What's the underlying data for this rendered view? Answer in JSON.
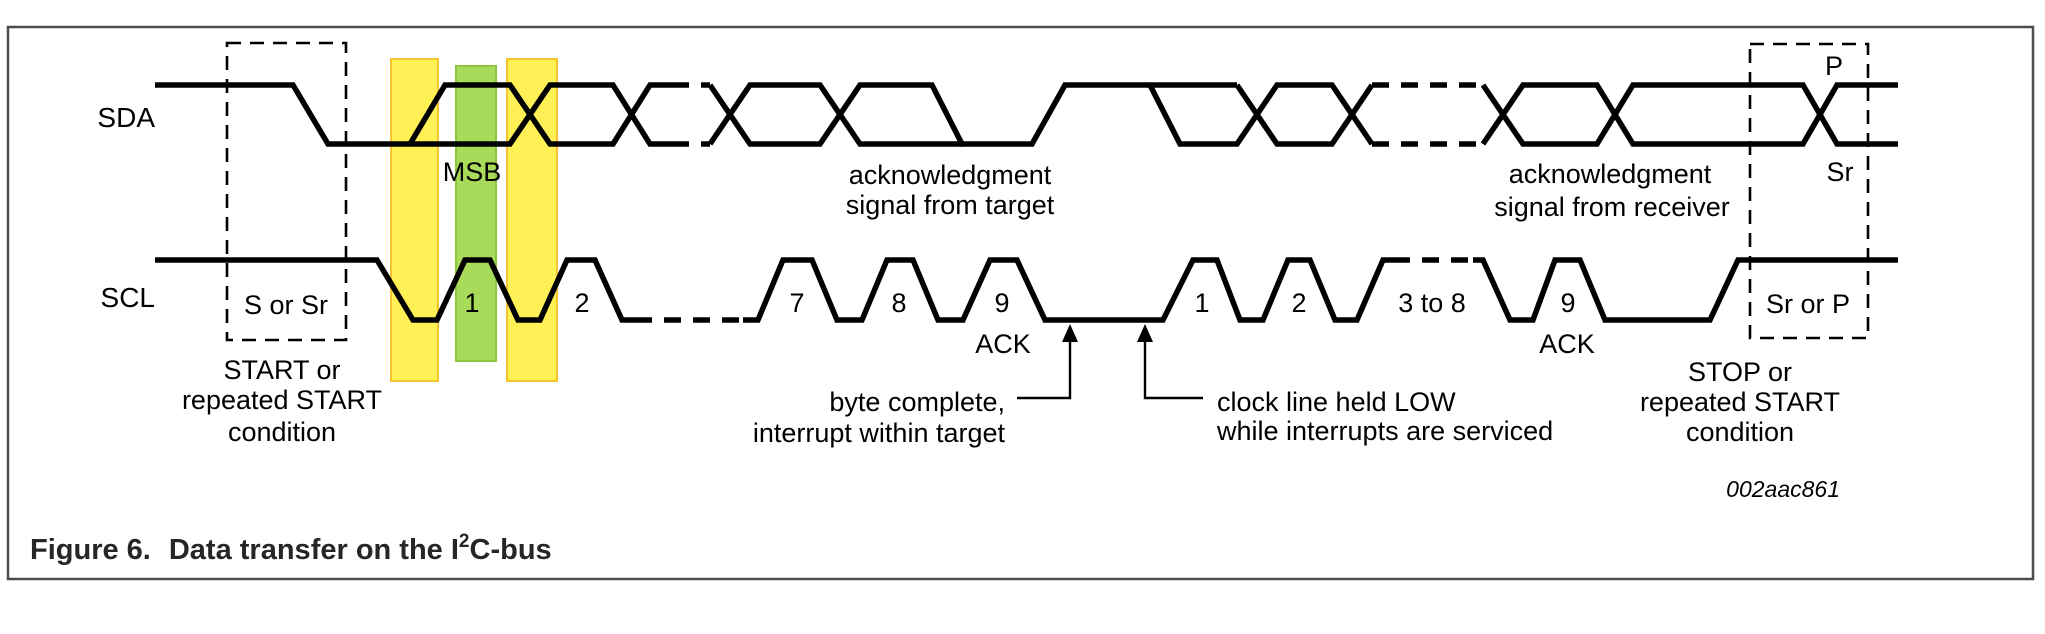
{
  "figure": {
    "caption": {
      "prefix": "Figure 6.",
      "title_pre_sup": "Data transfer on the I",
      "sup": "2",
      "title_post_sup": "C-bus"
    },
    "code": "002aac861"
  },
  "signals": {
    "sda": "SDA",
    "scl": "SCL"
  },
  "start_condition": {
    "box_label": "S or Sr",
    "caption_l1": "START or",
    "caption_l2": "repeated START",
    "caption_l3": "condition"
  },
  "stop_condition": {
    "box_label": "Sr or P",
    "caption_l1": "STOP or",
    "caption_l2": "repeated START",
    "caption_l3": "condition",
    "p": "P",
    "sr": "Sr"
  },
  "data_bits": {
    "msb": "MSB"
  },
  "scl_pulses": {
    "byte1": [
      "1",
      "2",
      "7",
      "8",
      "9"
    ],
    "ack1": "ACK",
    "byte2": [
      "1",
      "2",
      "3 to 8",
      "9"
    ],
    "ack2": "ACK"
  },
  "annotations": {
    "ack_target_l1": "acknowledgment",
    "ack_target_l2": "signal from target",
    "ack_receiver_l1": "acknowledgment",
    "ack_receiver_l2": "signal from receiver",
    "byte_complete_l1": "byte complete,",
    "byte_complete_l2": "interrupt within target",
    "clock_held_l1": "clock line held LOW",
    "clock_held_l2": "while interrupts are serviced"
  },
  "colors": {
    "highlight_yellow": "#FFF155",
    "highlight_yellow_border": "#F6C42D",
    "highlight_green": "#A9DB5B",
    "highlight_green_border": "#8CC63F"
  }
}
